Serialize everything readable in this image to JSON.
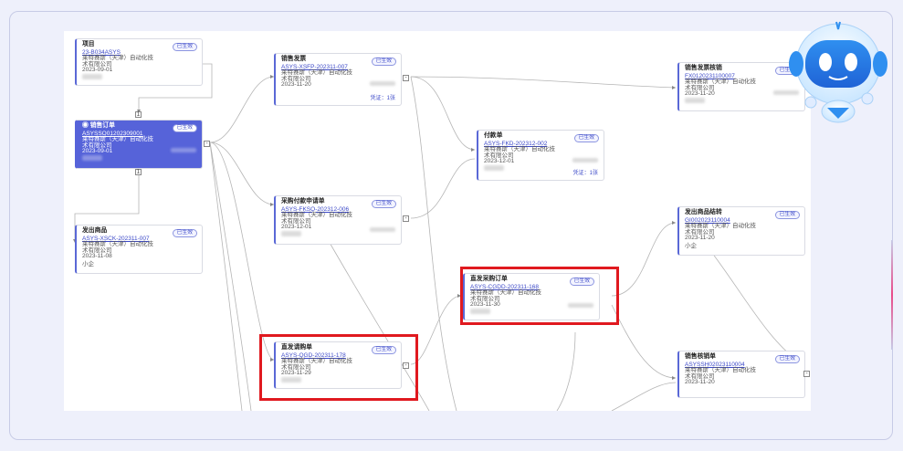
{
  "cards": {
    "project": {
      "title": "项目",
      "code": "23-B034ASYS",
      "badge": "已生效",
      "lines": [
        "莱特赛斯（天津）自动化技",
        "术有限公司",
        "2023-09-01"
      ]
    },
    "sales_order": {
      "title": "销售订单",
      "icon": "circle-check-icon",
      "code": "ASYSSO01202309001",
      "badge": "已生效",
      "lines": [
        "莱特赛斯（天津）自动化技",
        "术有限公司",
        "2023-09-01"
      ]
    },
    "shipment": {
      "title": "发出商品",
      "code": "ASYS-XSCK-202311-007",
      "badge": "已生效",
      "lines": [
        "莱特赛斯（天津）自动化技",
        "术有限公司",
        "2023-11-08",
        "小企"
      ]
    },
    "sales_invoice": {
      "title": "销售发票",
      "code": "ASYS-XSFP-202311-007",
      "badge": "已生效",
      "lines": [
        "莱特赛斯（天津）自动化技",
        "术有限公司",
        "2023-11-20"
      ],
      "voucher": "凭证：1张"
    },
    "payment_request": {
      "title": "采购付款申请单",
      "code": "ASYS-FKSQ-202312-006",
      "badge": "已生效",
      "lines": [
        "莱特赛斯（天津）自动化技",
        "术有限公司",
        "2023-12-01"
      ]
    },
    "direct_requisition": {
      "title": "直发请购单",
      "code": "ASYS-QGD-202311-178",
      "badge": "已生效",
      "lines": [
        "莱特赛斯（天津）自动化技",
        "术有限公司",
        "2023-11-29"
      ]
    },
    "payment": {
      "title": "付款单",
      "code": "ASYS-FKD-202312-002",
      "badge": "已生效",
      "lines": [
        "莱特赛斯（天津）自动化技",
        "术有限公司",
        "2023-12-01"
      ],
      "voucher": "凭证：1张"
    },
    "direct_po": {
      "title": "直发采购订单",
      "code": "ASYS-CGDD-202311-168",
      "badge": "已生效",
      "lines": [
        "莱特赛斯（天津）自动化技",
        "术有限公司",
        "2023-11-30"
      ]
    },
    "invoice_writeoff": {
      "title": "销售发票核销",
      "code": "FX0120231100007",
      "badge": "已生效",
      "lines": [
        "莱特赛斯（天津）自动化技",
        "术有限公司",
        "2023-11-20"
      ]
    },
    "shipment_carryover": {
      "title": "发出商品结转",
      "code": "GI002023110004",
      "badge": "已生效",
      "lines": [
        "莱特赛斯（天津）自动化技",
        "术有限公司",
        "2023-11-20",
        "小企"
      ]
    },
    "sales_writeoff": {
      "title": "销售核销单",
      "code": "ASYSSH02023110004",
      "badge": "已生效",
      "lines": [
        "莱特赛斯（天津）自动化技",
        "术有限公司",
        "2023-11-20"
      ]
    }
  },
  "toggles": {
    "minus": "-",
    "one": "1"
  },
  "colors": {
    "accent": "#5663d9",
    "highlight": "#e0191f",
    "badge": "#3c49c8"
  }
}
